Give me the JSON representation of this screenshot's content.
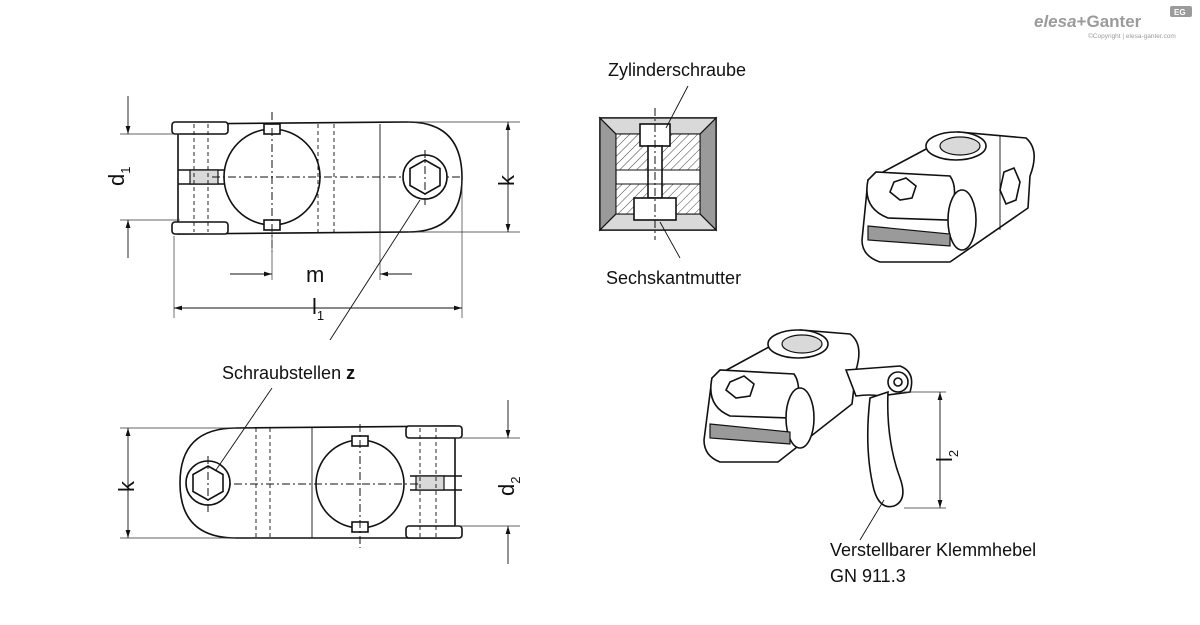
{
  "brand": {
    "logo_left": "elesa",
    "logo_plus": "+",
    "logo_right": "Ganter",
    "badge": "EG",
    "copyright": "©Copyright | elesa-ganter.com",
    "color": "#9b9b9b"
  },
  "dimensions": {
    "d1": {
      "main": "d",
      "sub": "1"
    },
    "d2": {
      "main": "d",
      "sub": "2"
    },
    "k_top": "k",
    "k_bottom": "k",
    "m": "m",
    "l1": {
      "main": "l",
      "sub": "1"
    },
    "l2": {
      "main": "l",
      "sub": "2"
    }
  },
  "labels": {
    "screw_points": {
      "text": "Schraubstellen ",
      "bold": "z"
    },
    "cylinder_screw": "Zylinderschraube",
    "hex_nut": "Sechskantmutter",
    "clamp_lever_line1": "Verstellbarer Klemmhebel",
    "clamp_lever_line2": "GN 911.3"
  }
}
